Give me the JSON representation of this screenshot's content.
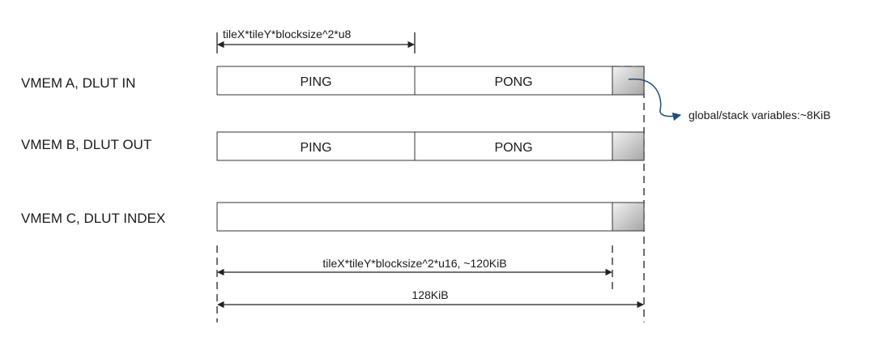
{
  "top_dimension": {
    "label": "tileX*tileY*blocksize^2*u8"
  },
  "rows": [
    {
      "label": "VMEM A, DLUT IN",
      "segments": [
        "PING",
        "PONG"
      ]
    },
    {
      "label": "VMEM B, DLUT OUT",
      "segments": [
        "PING",
        "PONG"
      ]
    },
    {
      "label": "VMEM C, DLUT INDEX",
      "segments": [
        ""
      ]
    }
  ],
  "bottom_dimensions": [
    {
      "label": "tileX*tileY*blocksize^2*u16, ~120KiB"
    },
    {
      "label": "128KiB"
    }
  ],
  "callout": {
    "label": "global/stack variables:~8KiB"
  },
  "colors": {
    "reserved_light": "#f2f2f2",
    "reserved_dark": "#a6a6a6",
    "callout_arrow": "#1f4e79",
    "line": "#222222"
  }
}
